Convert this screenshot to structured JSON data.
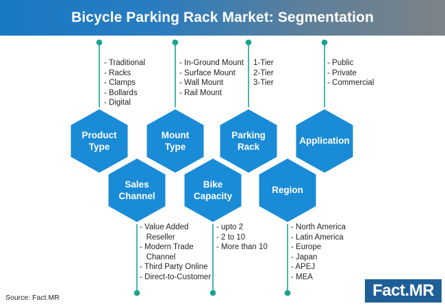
{
  "title": "Bicycle Parking Rack Market: Segmentation",
  "source": "Source: Fact.MR",
  "logo_text": "Fact.MR",
  "colors": {
    "hexagon": "#1a8bd6",
    "line": "#1aa390",
    "title_gradient_start": "#1779c4",
    "title_gradient_end": "#7c8389",
    "logo_bg": "#1f5f97"
  },
  "segments": {
    "product_type": {
      "label": "Product\nType",
      "items": [
        "- Traditional",
        "- Racks",
        "- Clamps",
        "- Bollards",
        "- Digital"
      ]
    },
    "mount_type": {
      "label": "Mount\nType",
      "items": [
        "- In-Ground Mount",
        "- Surface Mount",
        "- Wall Mount",
        "- Rail Mount"
      ]
    },
    "parking_rack": {
      "label": "Parking\nRack",
      "items": [
        "1-Tier",
        "2-Tier",
        "3-Tier"
      ]
    },
    "application": {
      "label": "Application",
      "items": [
        "- Public",
        "- Private",
        "- Commercial"
      ]
    },
    "sales_channel": {
      "label": "Sales\nChannel",
      "items": [
        "- Value Added",
        "   Reseller",
        "- Modern Trade",
        "   Channel",
        "- Third Party Online",
        "- Direct-to-Customer"
      ]
    },
    "bike_capacity": {
      "label": "Bike\nCapacity",
      "items": [
        "- upto 2",
        "- 2 to 10",
        "- More than 10"
      ]
    },
    "region": {
      "label": "Region",
      "items": [
        "- North America",
        "- Latin America",
        "- Europe",
        "- Japan",
        "- APEJ",
        "- MEA"
      ]
    }
  }
}
